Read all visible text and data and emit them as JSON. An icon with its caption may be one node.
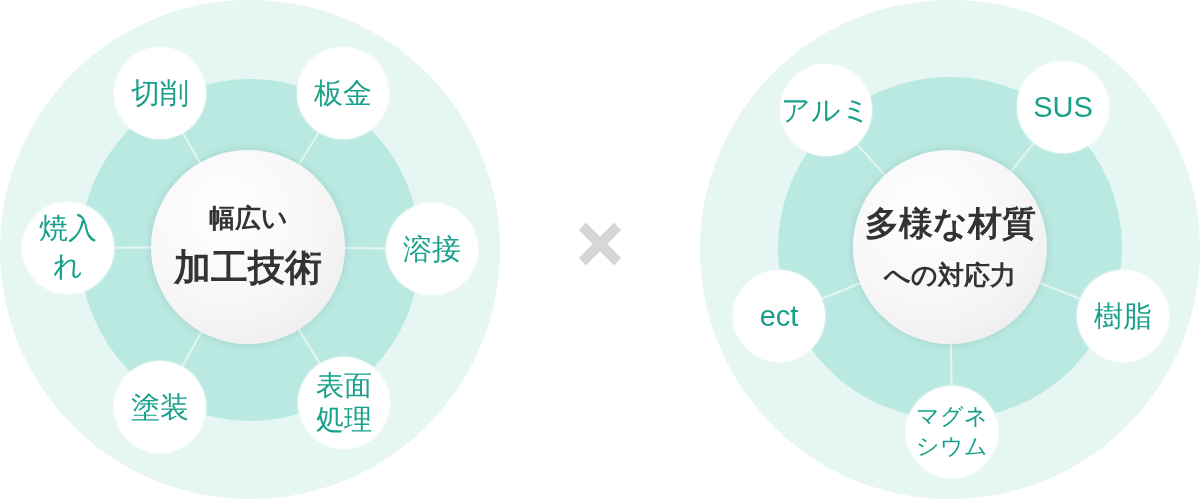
{
  "diagram": {
    "nodes": [
      {
        "text": [
          "幅広い",
          "加工技術"
        ]
      },
      {
        "text": [
          "切削"
        ]
      },
      {
        "text": [
          "板金"
        ]
      },
      {
        "text": [
          "溶接"
        ]
      },
      {
        "text": [
          "表面処理"
        ]
      },
      {
        "text": [
          "塗装"
        ]
      },
      {
        "text": [
          "焼入れ"
        ]
      },
      {
        "text": [
          "多様な材質",
          "への対応力"
        ]
      },
      {
        "text": [
          "アルミ"
        ]
      },
      {
        "text": [
          "SUS"
        ]
      },
      {
        "text": [
          "樹脂"
        ]
      },
      {
        "text": [
          "マグネシウム"
        ]
      },
      {
        "text": [
          "ect"
        ]
      }
    ],
    "edges": [
      {
        "from": 0,
        "to": 1,
        "arrow": "none"
      },
      {
        "from": 0,
        "to": 2,
        "arrow": "none"
      },
      {
        "from": 0,
        "to": 3,
        "arrow": "none"
      },
      {
        "from": 0,
        "to": 4,
        "arrow": "none"
      },
      {
        "from": 0,
        "to": 5,
        "arrow": "none"
      },
      {
        "from": 0,
        "to": 6,
        "arrow": "none"
      },
      {
        "from": 7,
        "to": 8,
        "arrow": "none"
      },
      {
        "from": 7,
        "to": 9,
        "arrow": "none"
      },
      {
        "from": 7,
        "to": 10,
        "arrow": "none"
      },
      {
        "from": 7,
        "to": 11,
        "arrow": "none"
      },
      {
        "from": 7,
        "to": 12,
        "arrow": "none"
      }
    ]
  }
}
